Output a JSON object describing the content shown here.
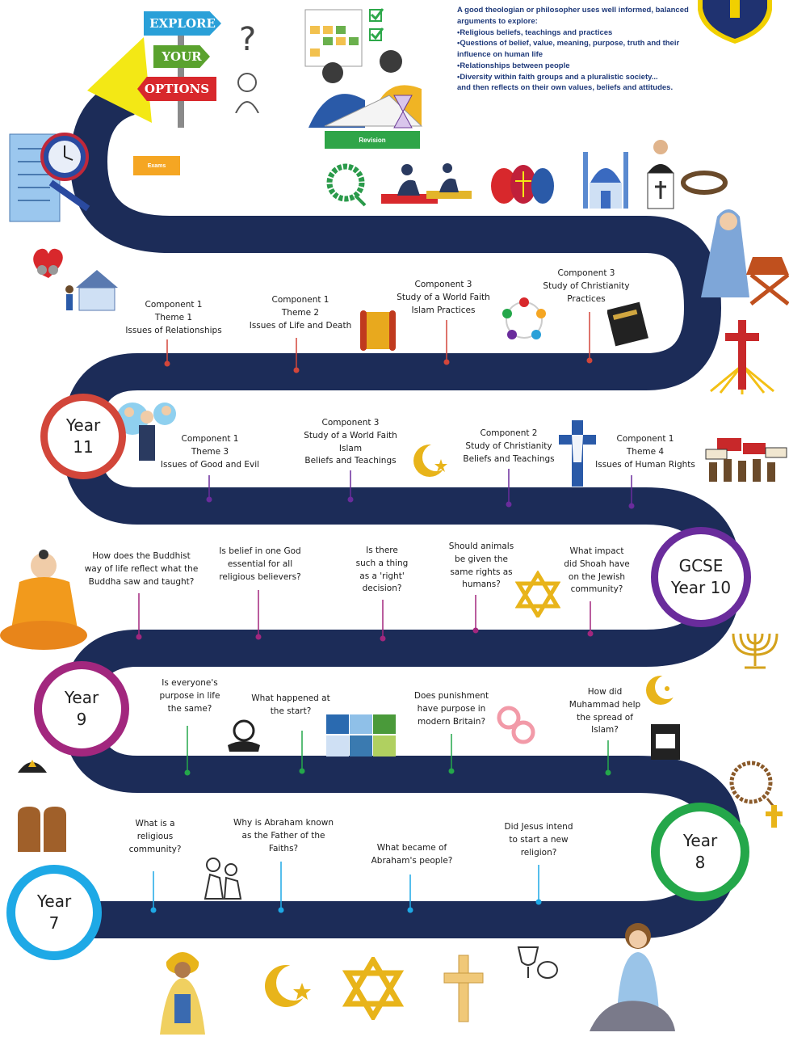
{
  "roadmap": {
    "intro": {
      "heading": "A good theologian or philosopher uses well informed, balanced arguments to explore:",
      "bullets": [
        "•Religious beliefs, teachings and practices",
        "•Questions of belief, value, meaning, purpose, truth and their influence on human life",
        "•Relationships between people",
        "•Diversity within faith groups and a pluralistic society..."
      ],
      "closing": "and then reflects on their own values, beliefs and attitudes."
    },
    "signposts": [
      "EXPLORE",
      "YOUR",
      "OPTIONS"
    ],
    "tags": {
      "revision": "Revision",
      "exams": "Exams"
    },
    "year_markers": {
      "year7": [
        "Year",
        "7"
      ],
      "year8": [
        "Year",
        "8"
      ],
      "year9": [
        "Year",
        "9"
      ],
      "year10": [
        "GCSE",
        "Year 10"
      ],
      "year11": [
        "Year",
        "11"
      ]
    },
    "year7_topics": [
      "What is a\nreligious\ncommunity?",
      "Why is Abraham known\nas the Father of the\nFaiths?",
      "What became of\nAbraham's people?",
      "Did Jesus intend\nto start a new\nreligion?"
    ],
    "year8_topics": [
      "Is everyone's\npurpose in life\nthe same?",
      "What happened at\nthe start?",
      "Does punishment\nhave purpose in\nmodern Britain?",
      "How did\nMuhammad help\nthe spread of\nIslam?"
    ],
    "year9_topics": [
      "How does the Buddhist\nway of life reflect what the\nBuddha saw and taught?",
      "Is belief in one God\nessential for all\nreligious believers?",
      "Is there\nsuch a thing\nas a 'right'\ndecision?",
      "Should animals\nbe given the\nsame rights as\nhumans?",
      "What impact\ndid Shoah have\non the Jewish\ncommunity?"
    ],
    "year10_topics": [
      "Component 1\nTheme 3\nIssues of Good and Evil",
      "Component 3\nStudy of a World Faith\nIslam\nBeliefs and Teachings",
      "Component 2\nStudy of Christianity\nBeliefs and Teachings",
      "Component 1\nTheme 4\nIssues of Human Rights"
    ],
    "year11_topics": [
      "Component 1\nTheme 1\nIssues of Relationships",
      "Component 1\nTheme 2\nIssues of Life and Death",
      "Component 3\nStudy of a World Faith\nIslam Practices",
      "Component 3\nStudy of Christianity\nPractices"
    ],
    "colors": {
      "road": "#1c2c58",
      "year7": "#1ea9e6",
      "year8": "#24a74a",
      "year9": "#a2277e",
      "year10": "#6a2c9c",
      "year11": "#d2463a"
    },
    "icons": [
      "clock-checklist-icon",
      "question-person-icon",
      "revision-study-icon",
      "crest-icon",
      "prayer-beads-icon",
      "prayer-mats-icon",
      "easter-eggs-icon",
      "mosque-icon",
      "priest-icon",
      "crown-of-thorns-icon",
      "family-house-icon",
      "scroll-icon",
      "cycle-chart-icon",
      "bible-icon",
      "mary-nativity-icon",
      "cross-icon",
      "business-people-icon",
      "crescent-star-icon",
      "christ-cross-icon",
      "protest-signs-icon",
      "buddha-icon",
      "star-of-david-icon",
      "menorah-icon",
      "earth-hand-icon",
      "creation-photos-icon",
      "handcuffs-icon",
      "crescent-icon",
      "quran-icon",
      "kippah-icon",
      "rosary-icon",
      "tablets-icon",
      "abraham-sketch-icon",
      "prophet-icon",
      "crescent-star-icon",
      "star-of-david-icon",
      "cross-icon",
      "communion-icon",
      "jesus-icon"
    ]
  }
}
